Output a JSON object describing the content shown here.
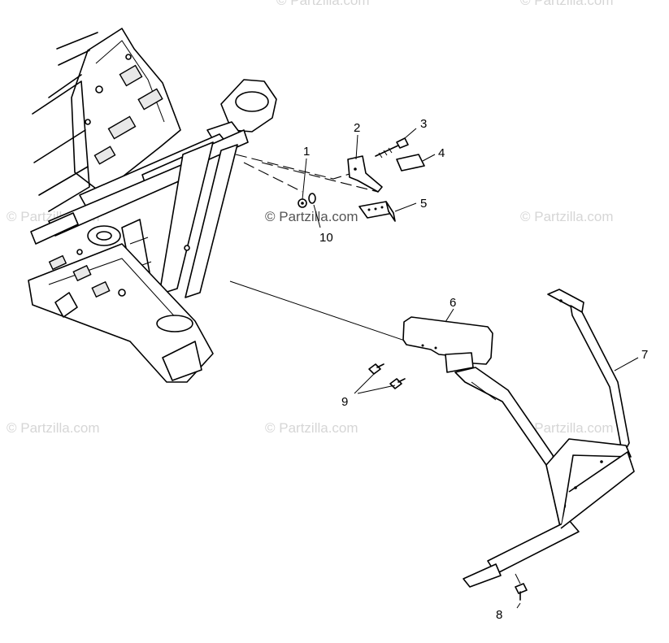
{
  "watermark": "© Partzilla.com",
  "callouts": {
    "c1": "1",
    "c2": "2",
    "c3": "3",
    "c4": "4",
    "c5": "5",
    "c6": "6",
    "c7": "7",
    "c8": "8",
    "c9": "9",
    "c10": "10"
  },
  "colors": {
    "line": "#000000",
    "background": "#ffffff",
    "watermark": "#d6d6d6"
  }
}
